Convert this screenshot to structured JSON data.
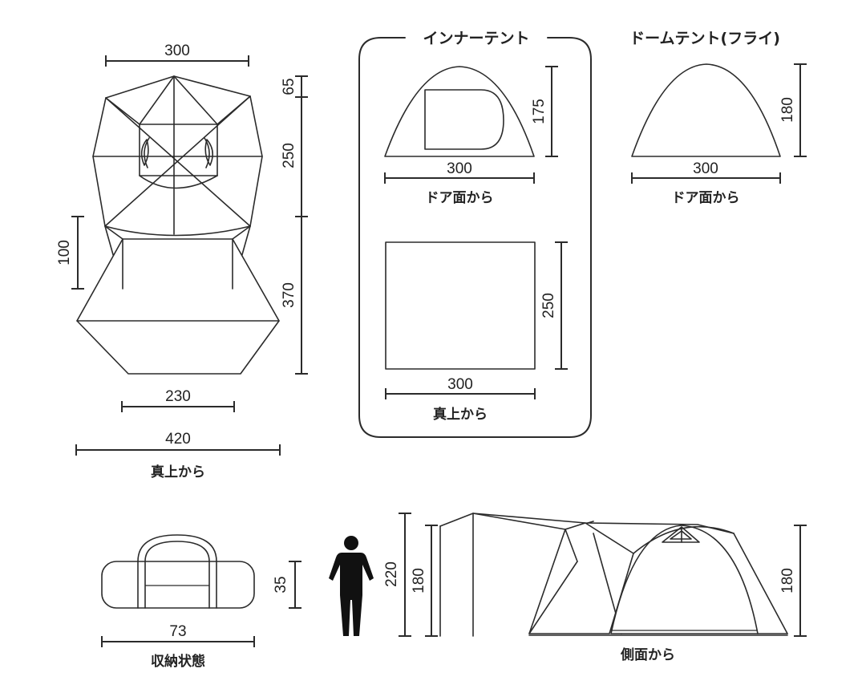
{
  "top_view_full": {
    "width_top": "300",
    "height_segment_1": "65",
    "height_segment_2": "250",
    "height_segment_3": "370",
    "side_label": "100",
    "width_bottom_inner": "230",
    "width_bottom_total": "420",
    "caption": "真上から"
  },
  "inner_tent": {
    "title": "インナーテント",
    "door_view_height": "175",
    "door_view_width": "300",
    "door_view_caption": "ドア面から",
    "top_view_depth": "250",
    "top_view_width": "300",
    "top_view_caption": "真上から"
  },
  "dome_fly": {
    "title": "ドームテント(フライ)",
    "height": "180",
    "width": "300",
    "caption": "ドア面から"
  },
  "storage": {
    "height": "35",
    "width": "73",
    "caption": "収納状態"
  },
  "side_view": {
    "height_pole": "220",
    "height_front": "180",
    "height_rear": "180",
    "caption": "側面から"
  }
}
